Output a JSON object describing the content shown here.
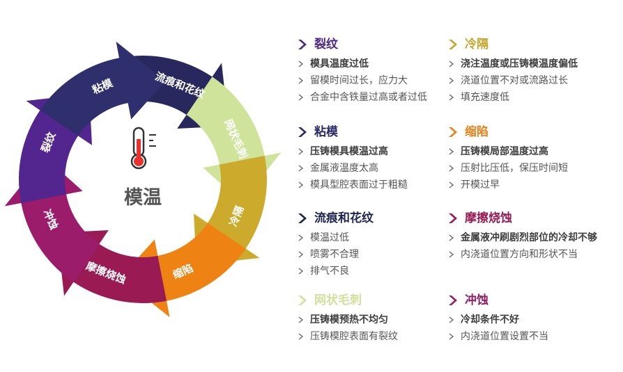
{
  "center_label": "模温",
  "cycle_segments": [
    {
      "label": "流痕和花纹",
      "color": "#28285e"
    },
    {
      "label": "网状毛刺",
      "color": "#cfe39a"
    },
    {
      "label": "冷隔",
      "color": "#ccab2c"
    },
    {
      "label": "缩陷",
      "color": "#ee8314"
    },
    {
      "label": "摩擦烧蚀",
      "color": "#9a1b53"
    },
    {
      "label": "冲蚀",
      "color": "#9a1c6a"
    },
    {
      "label": "裂纹",
      "color": "#52258f"
    },
    {
      "label": "粘模",
      "color": "#2f2f6e"
    }
  ],
  "sections": [
    {
      "title": "裂纹",
      "color": "#4a2785",
      "items": [
        "模具温度过低",
        "留模时间过长，应力大",
        "合金中含铁量过高或者过低"
      ],
      "bold": [
        true,
        false,
        false
      ]
    },
    {
      "title": "冷隔",
      "color": "#c6a52c",
      "items": [
        "浇注温度或压铸模温度偏低",
        "浇道位置不对或流路过长",
        "填充速度低"
      ],
      "bold": [
        true,
        false,
        false
      ]
    },
    {
      "title": "粘模",
      "color": "#2a2a64",
      "items": [
        "压铸模具模温过高",
        "金属液温度太高",
        "模具型腔表面过于粗糙"
      ],
      "bold": [
        true,
        false,
        false
      ]
    },
    {
      "title": "缩陷",
      "color": "#e4821c",
      "items": [
        "压铸模局部温度过高",
        "压射比压低，保压时间短",
        "开模过早"
      ],
      "bold": [
        true,
        false,
        false
      ]
    },
    {
      "title": "流痕和花纹",
      "color": "#1e2450",
      "items": [
        "模温过低",
        "喷雾不合理",
        "排气不良"
      ],
      "bold": [
        false,
        false,
        false
      ]
    },
    {
      "title": "摩擦烧蚀",
      "color": "#951c55",
      "items": [
        "金属液冲刷剧烈部位的冷却不够",
        "内浇道位置方向和形状不当"
      ],
      "bold": [
        true,
        false
      ]
    },
    {
      "title": "网状毛刺",
      "color": "#cfe19c",
      "items": [
        "压铸模预热不均匀",
        "压铸模腔表面有裂纹"
      ],
      "bold": [
        true,
        false
      ]
    },
    {
      "title": "冲蚀",
      "color": "#921e64",
      "items": [
        "冷却条件不好",
        "内浇道位置设置不当"
      ],
      "bold": [
        true,
        false
      ]
    }
  ]
}
